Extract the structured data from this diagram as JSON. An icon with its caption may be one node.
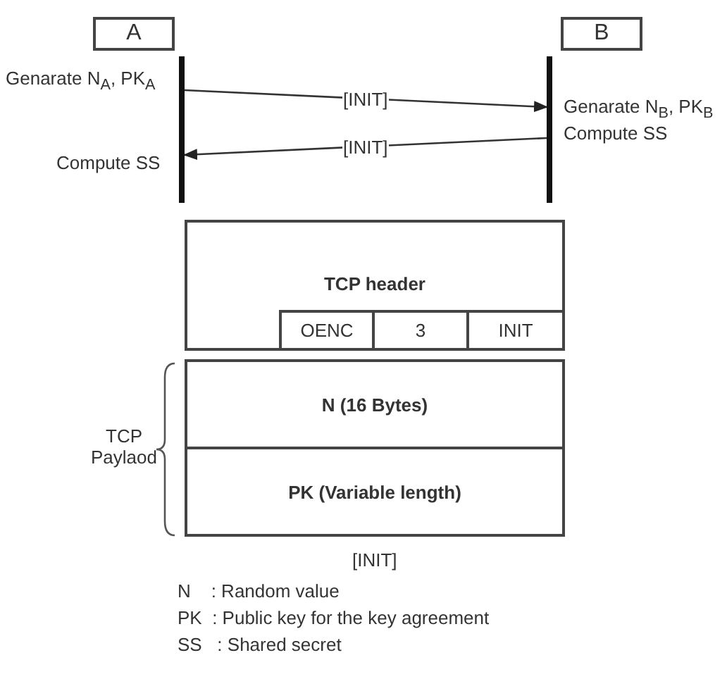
{
  "diagram": {
    "nodes": [
      {
        "text": [
          "A"
        ]
      },
      {
        "text": [
          "B"
        ]
      },
      {
        "text": [],
        "shape": "bar",
        "beside": [
          "Genarate N$_{A}$, PK$_{A}$",
          "Compute SS"
        ]
      },
      {
        "text": [],
        "shape": "bar",
        "beside": [
          "Genarate N$_{B}$, PK$_{B}$",
          "Compute SS"
        ]
      },
      {
        "text": [
          "TCP header"
        ]
      },
      {
        "text": [
          "OENC"
        ],
        "in": 4
      },
      {
        "text": [
          "3"
        ],
        "in": 4
      },
      {
        "text": [
          "INIT"
        ],
        "in": 4
      },
      {
        "text": [
          "N (16 Bytes)"
        ]
      },
      {
        "text": [
          "PK (Variable length)"
        ]
      }
    ],
    "edges": [
      {
        "from": 2,
        "to": 3,
        "arrow": "to",
        "label": "[INIT]"
      },
      {
        "from": 3,
        "to": 2,
        "arrow": "to",
        "label": "[INIT]"
      }
    ],
    "labels": [
      "TCP Paylaod",
      "[INIT]",
      "N    : Random value",
      "PK  : Public key for the key agreement",
      "SS   : Shared secret"
    ]
  }
}
